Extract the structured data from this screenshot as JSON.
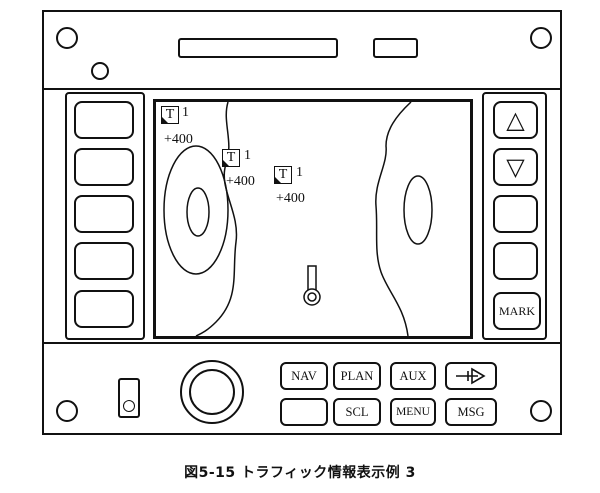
{
  "caption": "図5-15 トラフィック情報表示例 3",
  "traffic": [
    {
      "symbol": "T",
      "count": "1",
      "altitude": "+400"
    },
    {
      "symbol": "T",
      "count": "1",
      "altitude": "+400"
    },
    {
      "symbol": "T",
      "count": "1",
      "altitude": "+400"
    }
  ],
  "right_keys": {
    "up_symbol": "△",
    "down_symbol": "▽",
    "mark_label": "MARK"
  },
  "bottom_buttons": {
    "nav": "NAV",
    "plan": "PLAN",
    "aux": "AUX",
    "scl": "SCL",
    "menu": "MENU",
    "msg": "MSG"
  },
  "icons": {
    "direct_to": "direct-to-icon",
    "knob": "knob-icon",
    "ownship": "ownship-icon"
  }
}
